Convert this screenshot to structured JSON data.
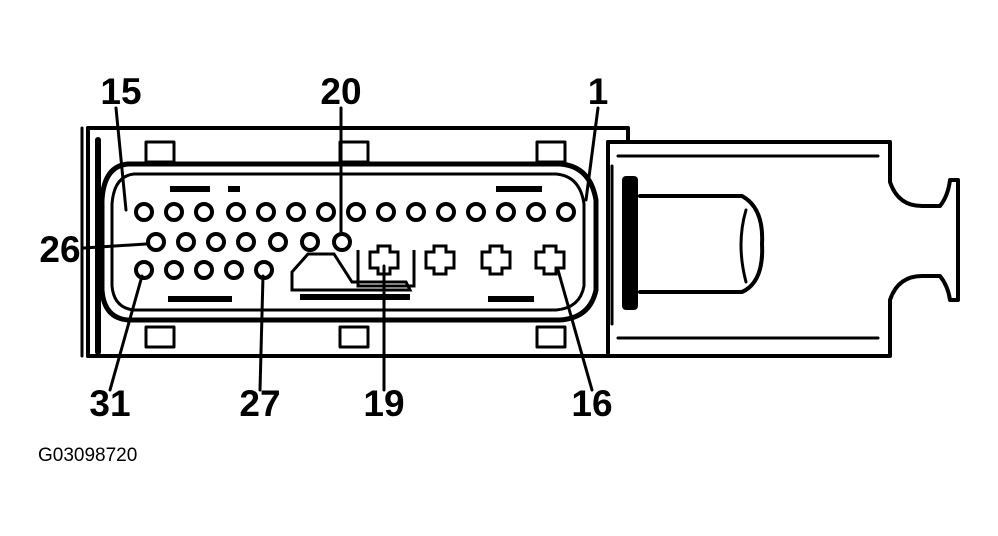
{
  "diagram": {
    "pin_labels": {
      "p15": "15",
      "p20": "20",
      "p1": "1",
      "p26": "26",
      "p31": "31",
      "p27": "27",
      "p19": "19",
      "p16": "16"
    },
    "figure_id": "G03098720"
  }
}
